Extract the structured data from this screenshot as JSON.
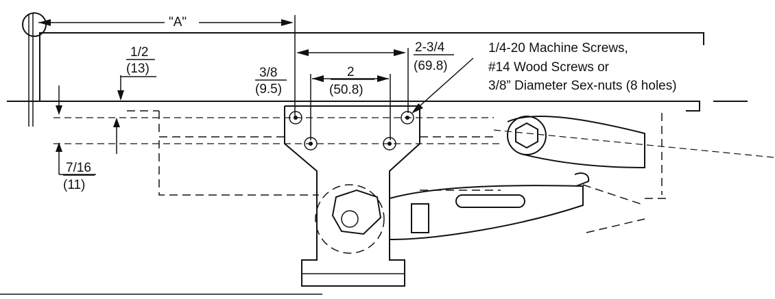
{
  "dimensions": {
    "a_label": "\"A\"",
    "half_in": "1/2",
    "half_mm": "(13)",
    "three_eighths_in": "3/8",
    "three_eighths_mm": "(9.5)",
    "two_in": "2",
    "two_mm": "(50.8)",
    "two_three_quarter_in": "2-3/4",
    "two_three_quarter_mm": "(69.8)",
    "seven_sixteenths_in": "7/16",
    "seven_sixteenths_mm": "(11)"
  },
  "callout": {
    "line1": "1/4-20 Machine Screws,",
    "line2": "#14 Wood Screws or",
    "line3": "3/8” Diameter Sex-nuts (8 holes)"
  }
}
